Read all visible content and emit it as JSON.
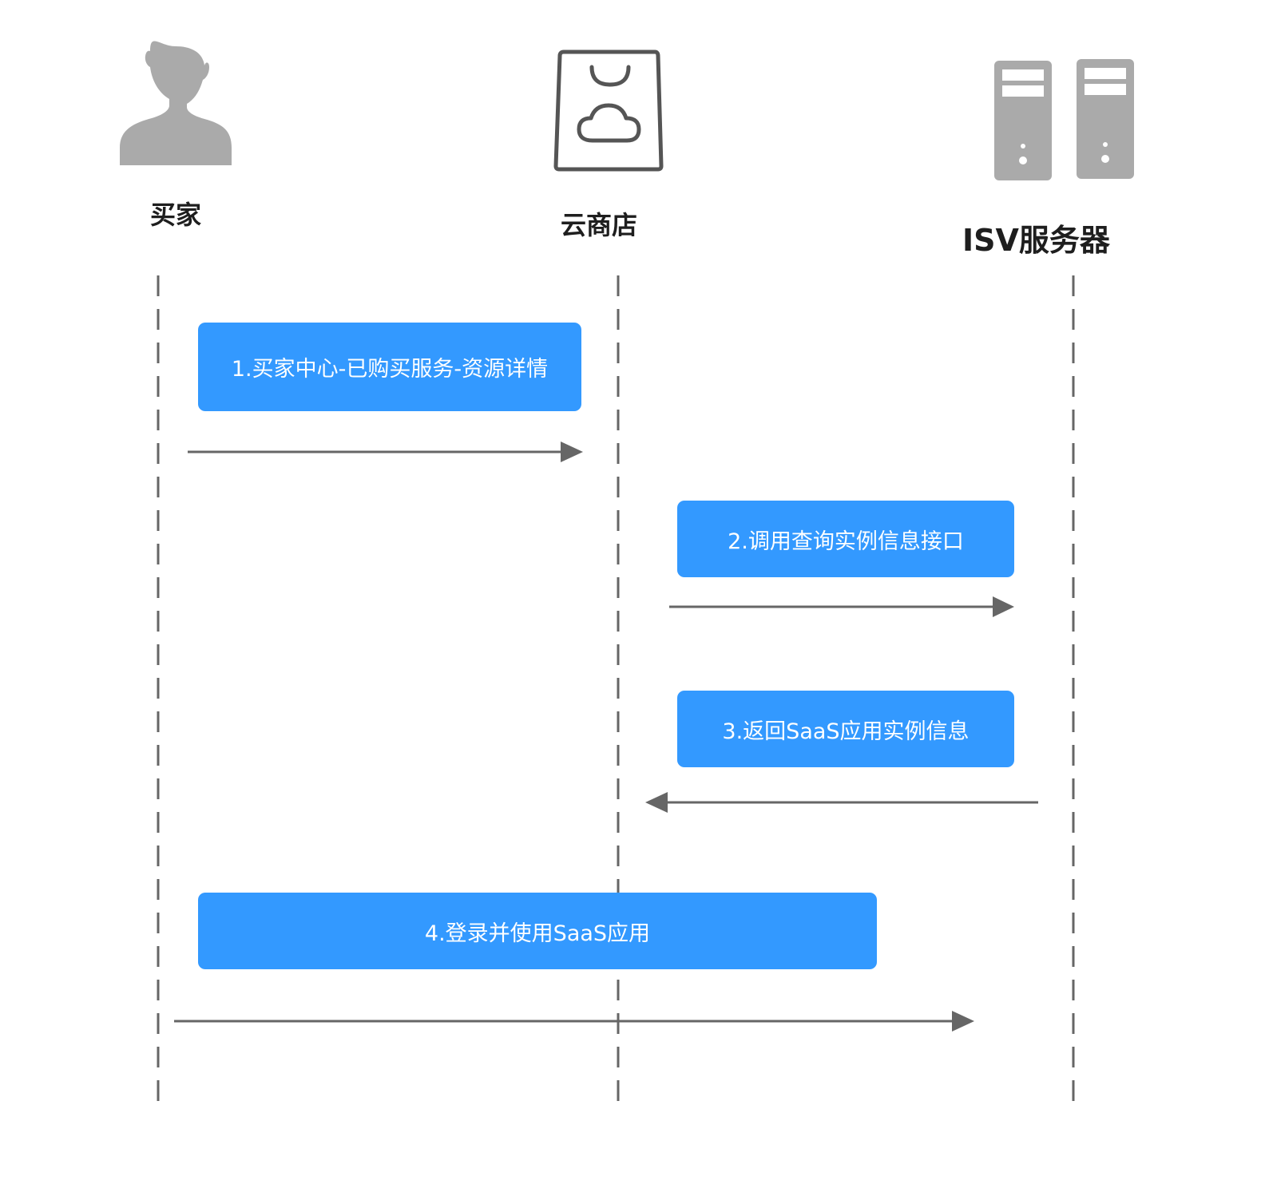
{
  "actors": {
    "buyer": {
      "label": "买家",
      "icon": "person-icon"
    },
    "store": {
      "label": "云商店",
      "icon": "shopping-bag-cloud-icon"
    },
    "isv": {
      "label": "ISV服务器",
      "icon": "server-icon"
    }
  },
  "messages": [
    {
      "step": 1,
      "text": "1.买家中心-已购买服务-资源详情",
      "from": "buyer",
      "to": "store"
    },
    {
      "step": 2,
      "text": "2.调用查询实例信息接口",
      "from": "store",
      "to": "isv"
    },
    {
      "step": 3,
      "text": "3.返回SaaS应用实例信息",
      "from": "isv",
      "to": "store"
    },
    {
      "step": 4,
      "text": "4.登录并使用SaaS应用",
      "from": "buyer",
      "to": "isv"
    }
  ],
  "colors": {
    "message_box": "#3399ff",
    "arrow": "#666666",
    "icon_gray": "#aaaaaa",
    "lifeline": "#666666"
  }
}
